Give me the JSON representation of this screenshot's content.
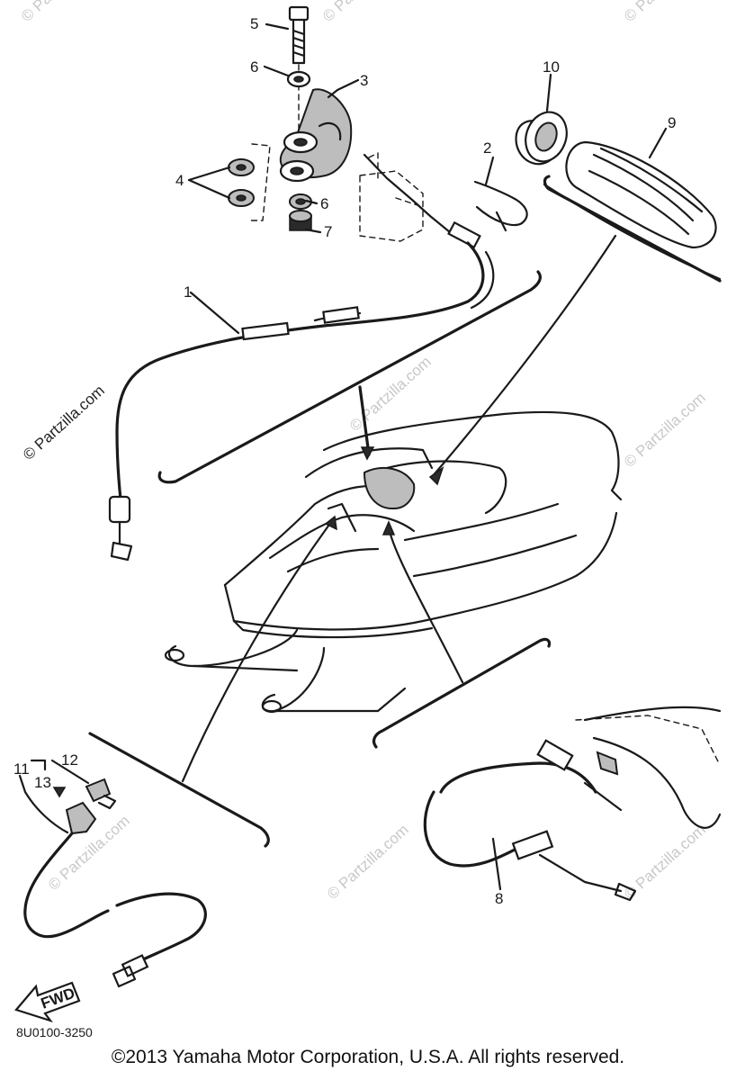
{
  "parts": {
    "p1": "1",
    "p2": "2",
    "p3": "3",
    "p4": "4",
    "p5": "5",
    "p6a": "6",
    "p6b": "6",
    "p7": "7",
    "p8": "8",
    "p9": "9",
    "p10": "10",
    "p11": "11",
    "p12": "12",
    "p13": "13"
  },
  "fwd_label": "FWD",
  "diagram_code": "8U0100-3250",
  "watermark": "© Partzilla.com",
  "copyright": "©2013 Yamaha Motor Corporation, U.S.A. All rights reserved."
}
